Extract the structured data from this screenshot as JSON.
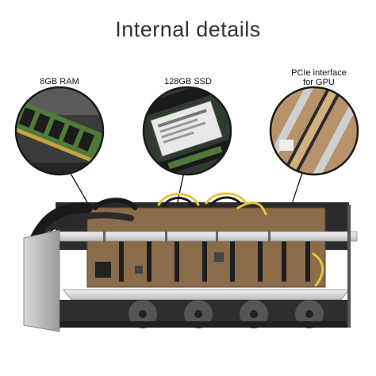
{
  "page": {
    "title": "Internal details",
    "callouts": [
      {
        "id": "ram",
        "label": "8GB RAM"
      },
      {
        "id": "ssd",
        "label": "128GB SSD"
      },
      {
        "id": "pcie",
        "label_line1": "PCIe interface",
        "label_line2": "for GPU"
      }
    ]
  },
  "colors": {
    "title": "#333333",
    "ram_pcb": "#4f7a3a",
    "chassis": "#2a2a2a",
    "motherboard": "#8a6b4a",
    "cable_yellow": "#e5c63a",
    "rail_silver": "#d8d8d8"
  }
}
